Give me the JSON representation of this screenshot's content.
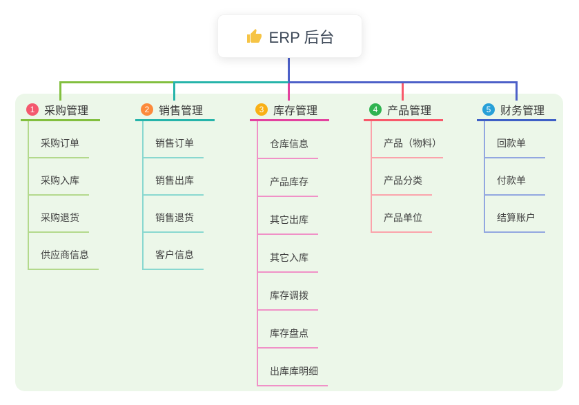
{
  "root": {
    "title": "ERP 后台",
    "icon": "thumbs-up-icon",
    "icon_color": "#f6c445"
  },
  "canvas": {
    "background_color": "#ecf7e9",
    "stem_color": "#4d60c8"
  },
  "branches": [
    {
      "num": "1",
      "title": "采购管理",
      "line_color": "#82bf3f",
      "child_line_color": "#b3d98c",
      "badge_color": "#f4586e",
      "children": [
        "采购订单",
        "采购入库",
        "采购退货",
        "供应商信息"
      ]
    },
    {
      "num": "2",
      "title": "销售管理",
      "line_color": "#26b4aa",
      "child_line_color": "#89d8d0",
      "badge_color": "#fc8a3c",
      "children": [
        "销售订单",
        "销售出库",
        "销售退货",
        "客户信息"
      ]
    },
    {
      "num": "3",
      "title": "库存管理",
      "line_color": "#e3429f",
      "child_line_color": "#f091c7",
      "badge_color": "#f9b016",
      "children": [
        "仓库信息",
        "产品库存",
        "其它出库",
        "其它入库",
        "库存调拨",
        "库存盘点",
        "出库库明细"
      ]
    },
    {
      "num": "4",
      "title": "产品管理",
      "line_color": "#f8596b",
      "child_line_color": "#fba3ab",
      "badge_color": "#2fb350",
      "children": [
        "产品（物料）",
        "产品分类",
        "产品单位"
      ]
    },
    {
      "num": "5",
      "title": "财务管理",
      "line_color": "#3e5fc6",
      "child_line_color": "#92a7e0",
      "badge_color": "#27a0d8",
      "children": [
        "回款单",
        "付款单",
        "结算账户"
      ]
    }
  ]
}
